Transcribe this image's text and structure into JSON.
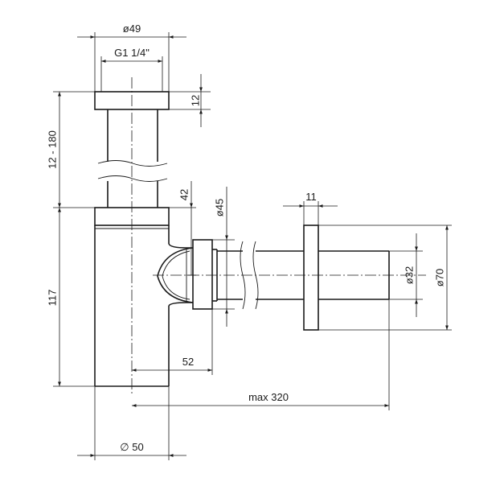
{
  "dimensions": {
    "d49": "ø49",
    "thread": "G1 1/4\"",
    "h12": "12",
    "range12_180": "12 - 180",
    "h42": "42",
    "d45": "ø45",
    "w11": "11",
    "d32": "ø32",
    "d70": "ø70",
    "h117": "117",
    "w52": "52",
    "max320": "max 320",
    "d50": "∅ 50"
  },
  "colors": {
    "line": "#1a1a1a",
    "background": "#ffffff"
  }
}
